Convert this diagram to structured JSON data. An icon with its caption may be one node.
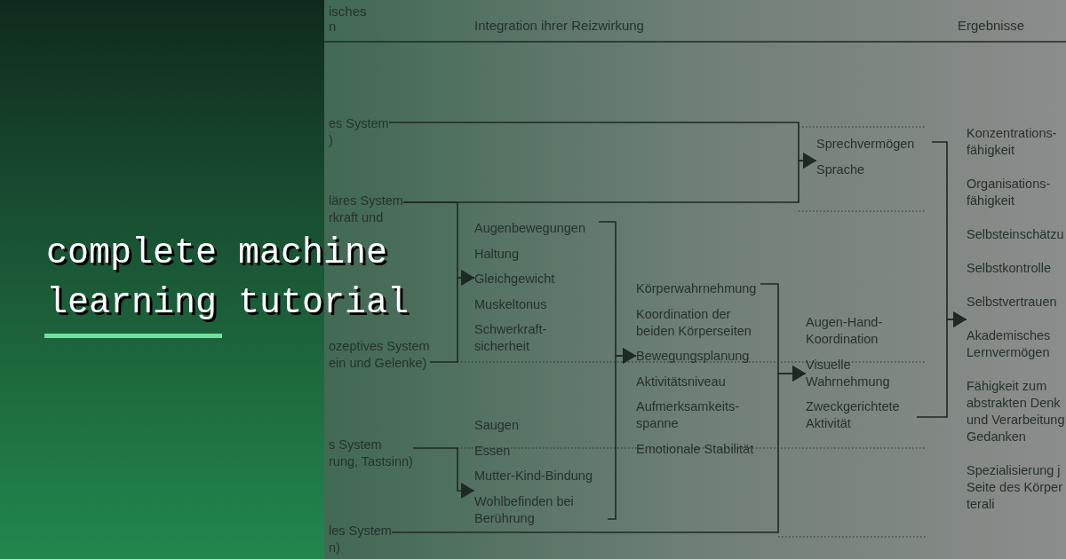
{
  "diagram": {
    "title": "complete machine learning tutorial",
    "nodes": [
      {
        "text": [
          "es System",
          ")"
        ]
      },
      {
        "text": [
          "läres System",
          "rkraft und"
        ]
      },
      {
        "text": [
          "ozeptives System",
          "ein und Gelenke)"
        ]
      },
      {
        "text": [
          "s System",
          "rung, Tastsinn)"
        ]
      },
      {
        "text": [
          "les System",
          "n)"
        ]
      },
      {
        "text": [
          "Augenbewegungen",
          "Haltung",
          "Gleichgewicht",
          "Muskeltonus",
          "Schwerkraft- sicherheit"
        ]
      },
      {
        "text": [
          "Saugen",
          "Essen",
          "Mutter-Kind-Bindung",
          "Wohlbefinden bei Berührung"
        ]
      },
      {
        "text": [
          "Körperwahrnehmung",
          "Koordination der beiden Körperseiten",
          "Bewegungsplanung",
          "Aktivitätsniveau",
          "Aufmerksamkeits- spanne",
          "Emotionale Stabilität"
        ]
      },
      {
        "text": [
          "Sprechvermögen",
          "Sprache"
        ]
      },
      {
        "text": [
          "Augen-Hand- Koordination",
          "Visuelle Wahrnehmung",
          "Zweckgerichtete Aktivität"
        ]
      },
      {
        "text": [
          "Konzentrations- fähigkeit",
          "Organisations- fähigkeit",
          "Selbsteinschätzu",
          "Selbstkontrolle",
          "Selbstvertrauen",
          "Akademisches Lernvermögen",
          "Fähigkeit zum abstrakten Denk und Verarbeitung Gedanken",
          "Spezialisierung j Seite des Körper terali"
        ]
      }
    ],
    "edges": [
      {
        "from": 1,
        "to": 5,
        "arrow": "to"
      },
      {
        "from": 2,
        "to": 5,
        "arrow": "to"
      },
      {
        "from": 3,
        "to": 6,
        "arrow": "to"
      },
      {
        "from": 5,
        "to": 7,
        "arrow": "to"
      },
      {
        "from": 6,
        "to": 7,
        "arrow": "to"
      },
      {
        "from": 0,
        "to": 8,
        "arrow": "to"
      },
      {
        "from": 1,
        "to": 8,
        "arrow": "to"
      },
      {
        "from": 7,
        "to": 9,
        "arrow": "to"
      },
      {
        "from": 4,
        "to": 9,
        "arrow": "to"
      },
      {
        "from": 8,
        "to": 10,
        "arrow": "to"
      },
      {
        "from": 9,
        "to": 10,
        "arrow": "to"
      }
    ],
    "labels": [
      "isches n",
      "Integration ihrer Reizwirkung",
      "Ergebnisse"
    ]
  }
}
